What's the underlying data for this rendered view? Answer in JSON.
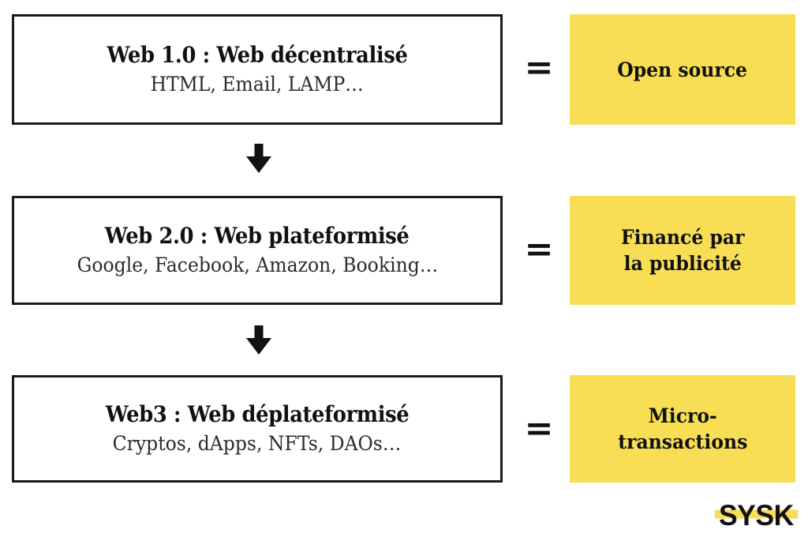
{
  "diagram": {
    "title": "Web 1.0 / Web 2.0 / Web3 evolution",
    "colors": {
      "accent_yellow": "#F7DE55",
      "box_border": "#1a1a1a",
      "text": "#111111",
      "background": "#ffffff"
    },
    "rows": [
      {
        "stage_title": "Web 1.0 : Web décentralisé",
        "stage_subtitle": "HTML, Email, LAMP…",
        "equals": "=",
        "value": "Open source"
      },
      {
        "stage_title": "Web 2.0 : Web plateformisé",
        "stage_subtitle": "Google, Facebook, Amazon, Booking…",
        "equals": "=",
        "value": "Financé par\nla publicité"
      },
      {
        "stage_title": "Web3 : Web déplateformisé",
        "stage_subtitle": "Cryptos, dApps, NFTs, DAOs…",
        "equals": "=",
        "value": "Micro-\ntransactions"
      }
    ],
    "arrows": [
      {
        "name": "arrow-down-1",
        "direction": "down"
      },
      {
        "name": "arrow-down-2",
        "direction": "down"
      }
    ],
    "logo": {
      "text": "SYSK"
    }
  }
}
